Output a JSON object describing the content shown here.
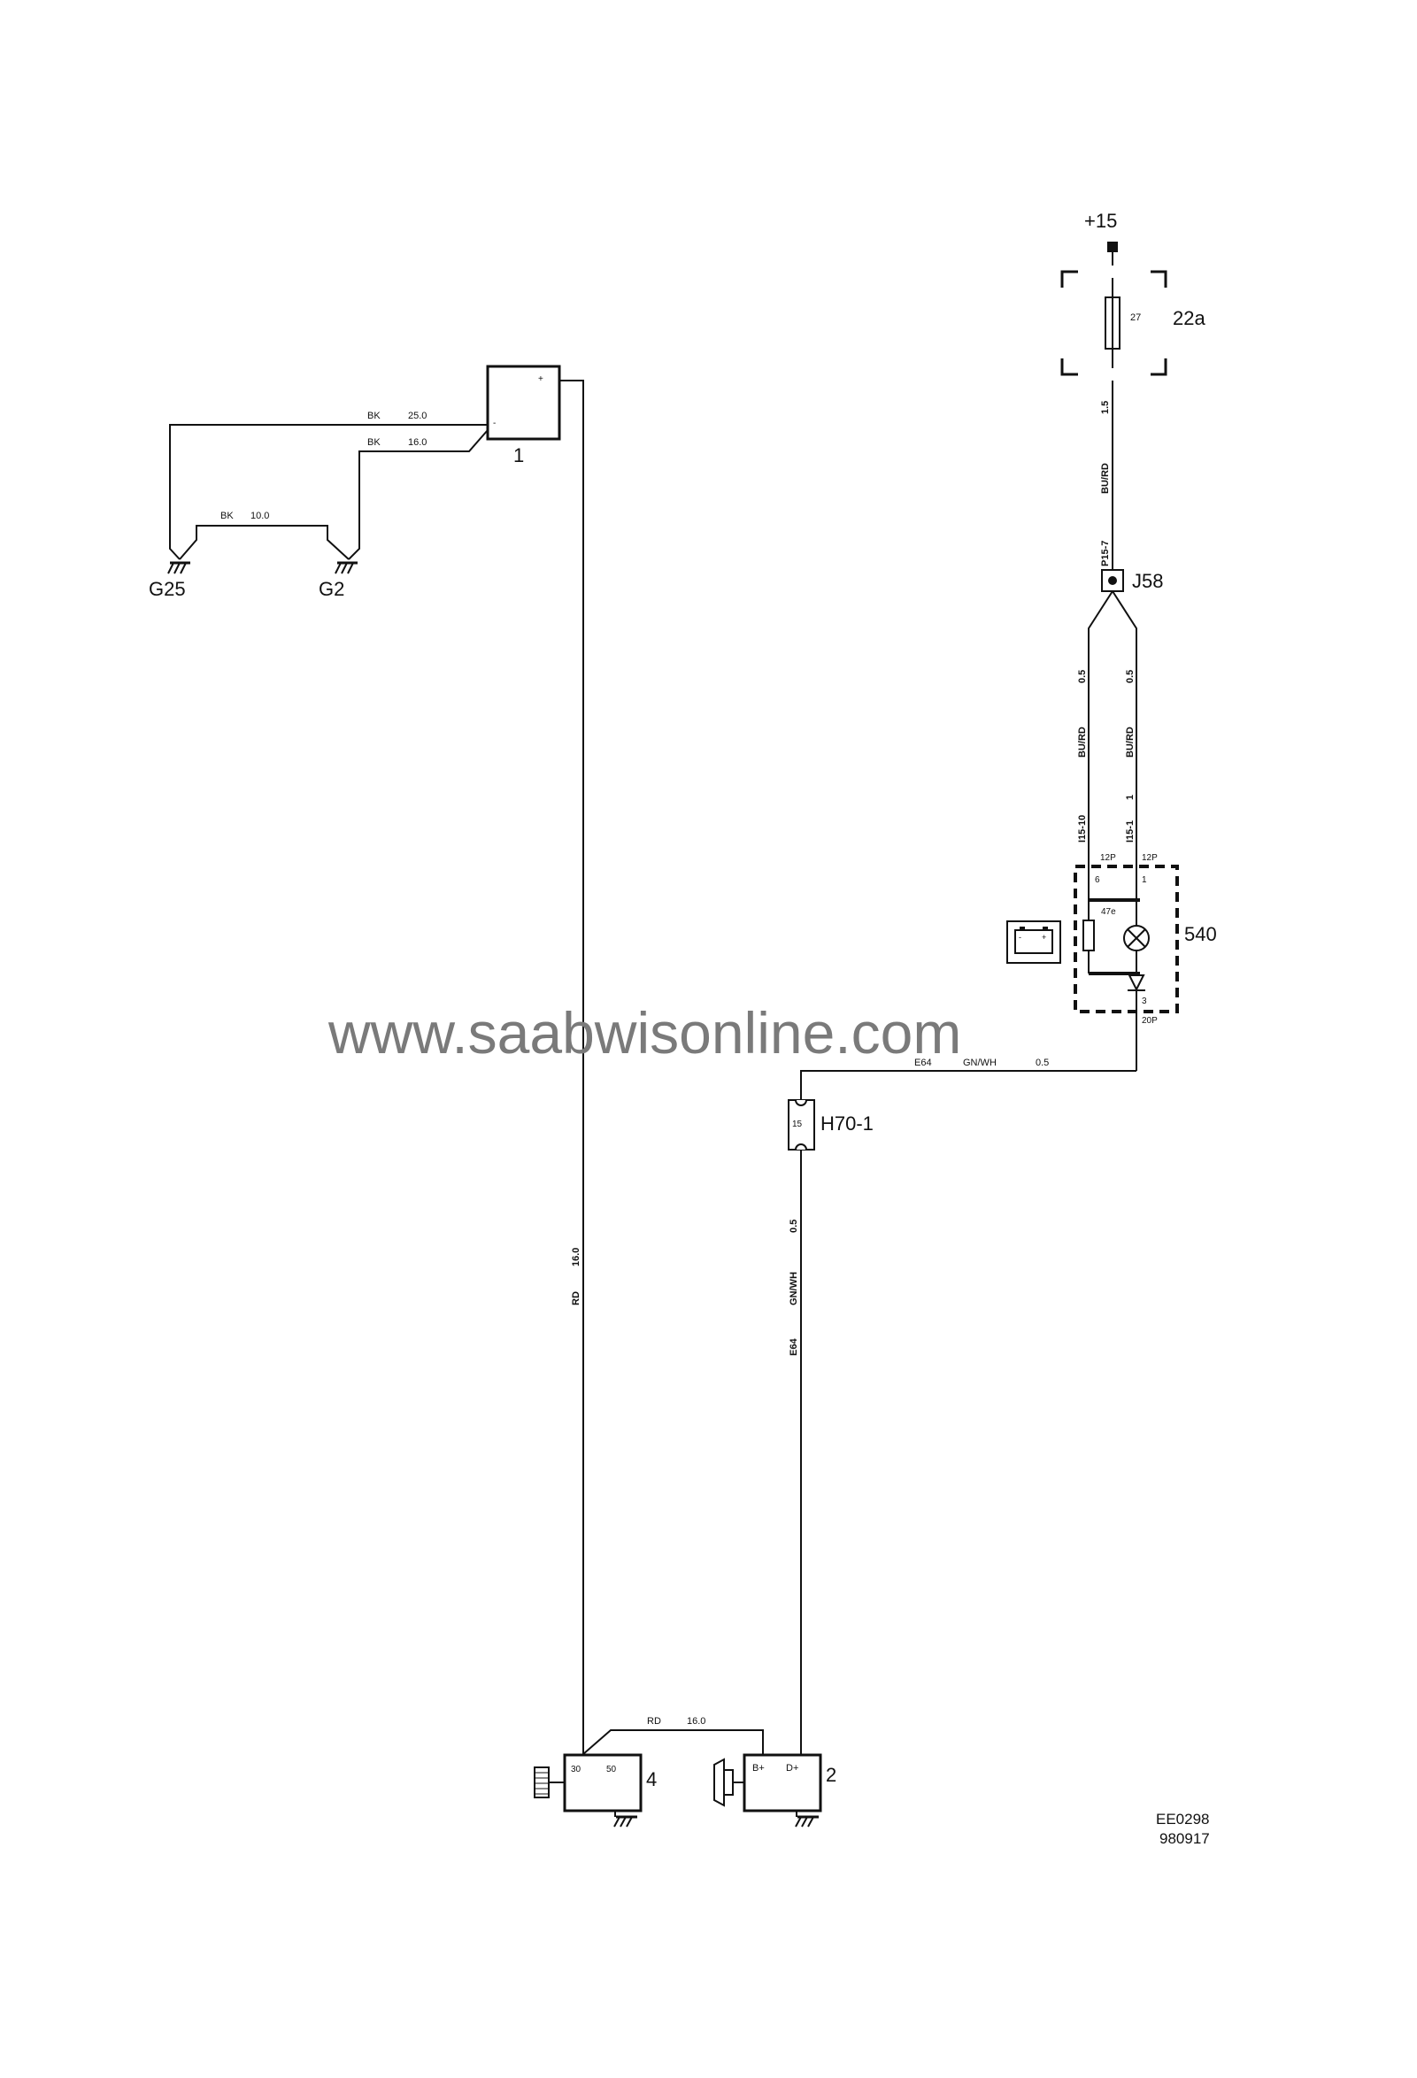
{
  "supply": {
    "label": "+15"
  },
  "components": {
    "fuse_box": {
      "label": "22a",
      "fuse_number": "27"
    },
    "battery": {
      "label": "1",
      "plus": "+",
      "minus": "-"
    },
    "ground_g25": {
      "label": "G25"
    },
    "ground_g2": {
      "label": "G2"
    },
    "splice_j58": {
      "label": "J58"
    },
    "instrument_540": {
      "label": "540",
      "pin_6": "6",
      "pin_1": "1",
      "pin_3": "3",
      "resistor": "47e",
      "conn_12p_left": "12P",
      "conn_12p_right": "12P",
      "conn_20p": "20P"
    },
    "connector_h70": {
      "label": "H70-1",
      "pin": "15"
    },
    "starter_4": {
      "label": "4",
      "pin_30": "30",
      "pin_50": "50"
    },
    "alternator_2": {
      "label": "2",
      "pin_bplus": "B+",
      "pin_dplus": "D+"
    }
  },
  "wires": {
    "bk_25": {
      "color": "BK",
      "size": "25.0"
    },
    "bk_16": {
      "color": "BK",
      "size": "16.0"
    },
    "bk_10": {
      "color": "BK",
      "size": "10.0"
    },
    "fuse_to_j58": {
      "size": "1.5",
      "color": "BU/RD",
      "conn": "P15-7"
    },
    "j58_left": {
      "size": "0.5",
      "color": "BU/RD",
      "conn": "I15-10"
    },
    "j58_right": {
      "size": "0.5",
      "color": "BU/RD",
      "conn": "I15-1",
      "pin": "1"
    },
    "e64_top": {
      "id": "E64",
      "color": "GN/WH",
      "size": "0.5"
    },
    "e64_vert": {
      "size": "0.5",
      "color": "GN/WH",
      "id": "E64"
    },
    "rd_16_vert": {
      "color": "RD",
      "size": "16.0"
    },
    "rd_16_bottom": {
      "color": "RD",
      "size": "16.0"
    }
  },
  "watermark": "www.saabwisonline.com",
  "doc_code": "EE0298",
  "doc_date": "980917",
  "colors": {
    "ink": "#111111",
    "watermark": "#7a7a7a"
  }
}
